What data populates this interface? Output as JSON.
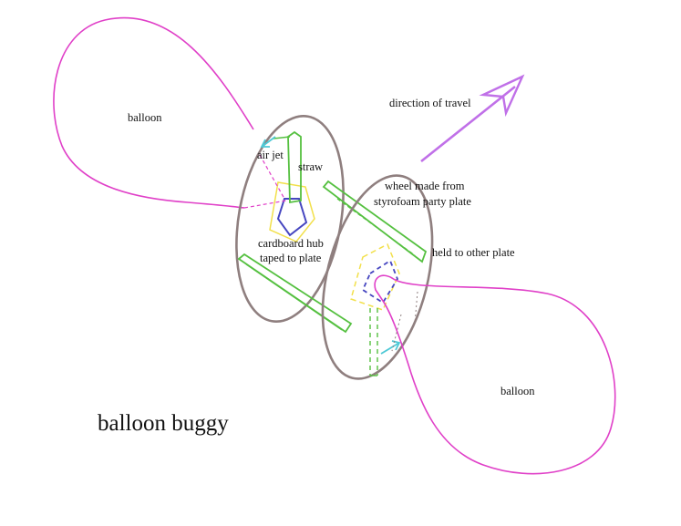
{
  "labels": {
    "balloon_left": "balloon",
    "balloon_right": "balloon",
    "direction": "direction of travel",
    "air_jet": "air jet",
    "straw": "straw",
    "wheel_line1": "wheel made from",
    "wheel_line2": "styrofoam party plate",
    "hub_line1": "cardboard hub",
    "hub_line2": "taped to plate",
    "held": "held to other plate",
    "title": "balloon buggy"
  },
  "colors": {
    "balloon": "#e040c8",
    "plate": "#8f7f7f",
    "straw": "#55c040",
    "hub_yellow": "#f2e04a",
    "hub_blue": "#4646c0",
    "air_jet": "#4ec9d6",
    "arrow": "#c070e8"
  }
}
